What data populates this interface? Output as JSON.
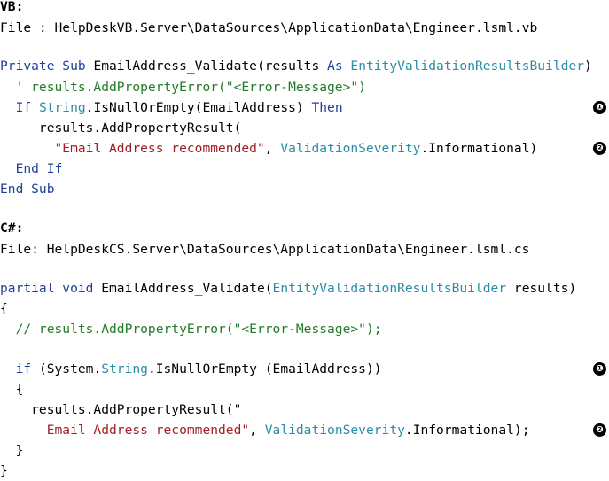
{
  "colors": {
    "keyword": "#1f3f9a",
    "type": "#2b8ca7",
    "string": "#a11f24",
    "comment": "#237a2a",
    "text": "#000000"
  },
  "vb": {
    "heading": "VB:",
    "file": "File : HelpDeskVB.Server\\DataSources\\ApplicationData\\Engineer.lsml.vb",
    "lines": [
      [
        [
          "kw",
          "Private Sub"
        ],
        [
          "tx",
          " EmailAddress_Validate(results "
        ],
        [
          "kw",
          "As"
        ],
        [
          "tx",
          " "
        ],
        [
          "ty",
          "EntityValidationResultsBuilder"
        ],
        [
          "tx",
          ")"
        ]
      ],
      [
        [
          "cm",
          "  ' results.AddPropertyError(\"<Error-Message>\")"
        ]
      ],
      [
        [
          "kw",
          "  If"
        ],
        [
          "tx",
          " "
        ],
        [
          "ty",
          "String"
        ],
        [
          "tx",
          ".IsNullOrEmpty(EmailAddress) "
        ],
        [
          "kw",
          "Then"
        ]
      ],
      [
        [
          "tx",
          "     results.AddPropertyResult("
        ]
      ],
      [
        [
          "st",
          "       \"Email Address recommended\""
        ],
        [
          "tx",
          ", "
        ],
        [
          "ty",
          "ValidationSeverity"
        ],
        [
          "tx",
          ".Informational)"
        ]
      ],
      [
        [
          "kw",
          "  End If"
        ]
      ],
      [
        [
          "kw",
          "End Sub"
        ]
      ]
    ],
    "callouts": [
      "❶",
      "❷"
    ]
  },
  "cs": {
    "heading": "C#:",
    "file": "File: HelpDeskCS.Server\\DataSources\\ApplicationData\\Engineer.lsml.cs",
    "lines": [
      [
        [
          "kw",
          "partial void"
        ],
        [
          "tx",
          " EmailAddress_Validate("
        ],
        [
          "ty",
          "EntityValidationResultsBuilder"
        ],
        [
          "tx",
          " results)"
        ]
      ],
      [
        [
          "tx",
          "{"
        ]
      ],
      [
        [
          "cm",
          "  // results.AddPropertyError(\"<Error-Message>\");"
        ]
      ],
      [
        [
          "tx",
          ""
        ]
      ],
      [
        [
          "kw",
          "  if"
        ],
        [
          "tx",
          " (System."
        ],
        [
          "ty",
          "String"
        ],
        [
          "tx",
          ".IsNullOrEmpty (EmailAddress))"
        ]
      ],
      [
        [
          "tx",
          "  {"
        ]
      ],
      [
        [
          "tx",
          "    results.AddPropertyResult(\""
        ]
      ],
      [
        [
          "st",
          "      Email Address recommended\""
        ],
        [
          "tx",
          ", "
        ],
        [
          "ty",
          "ValidationSeverity"
        ],
        [
          "tx",
          ".Informational);"
        ]
      ],
      [
        [
          "tx",
          "  }"
        ]
      ],
      [
        [
          "tx",
          "}"
        ]
      ]
    ],
    "callouts": [
      "❶",
      "❷"
    ]
  }
}
